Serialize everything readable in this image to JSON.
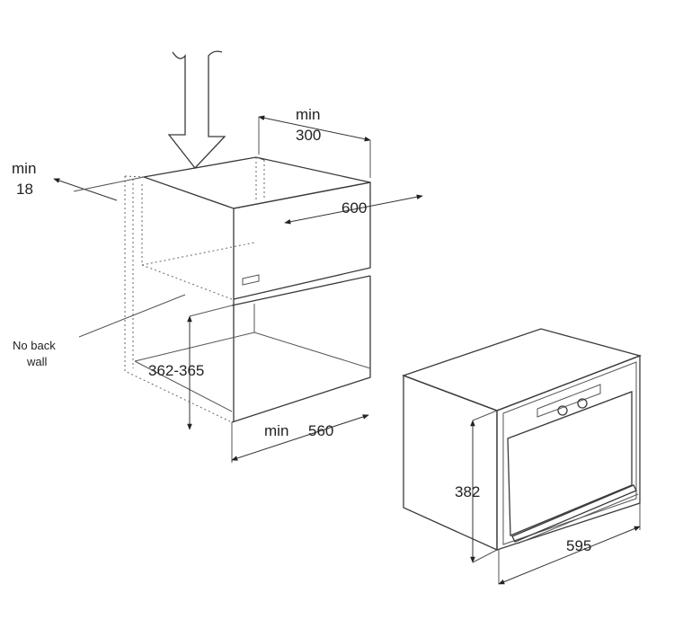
{
  "labels": {
    "min_300_top": "min",
    "min_300_value": "300",
    "min_18_top": "min",
    "min_18_value": "18",
    "width_600": "600",
    "no_back_wall_line1": "No back",
    "no_back_wall_line2": "wall",
    "opening_height": "362-365",
    "min_560_word": "min",
    "min_560_value": "560",
    "oven_height": "382",
    "oven_width": "595"
  },
  "colors": {
    "line": "#3a3a3a",
    "text": "#222222",
    "background": "#ffffff"
  }
}
